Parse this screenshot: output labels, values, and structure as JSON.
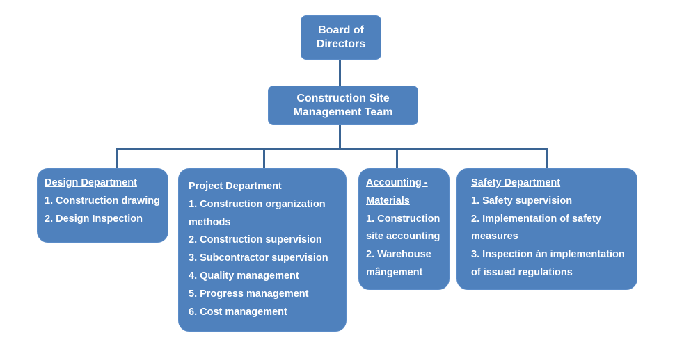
{
  "board": "Board of Directors",
  "management": "Construction Site Management Team",
  "departments": [
    {
      "title": "Design Department",
      "items": [
        "1. Construction drawing",
        "2. Design Inspection"
      ]
    },
    {
      "title": "Project Department",
      "items": [
        "1. Construction organization methods",
        "2. Construction supervision",
        "3. Subcontractor supervision",
        "4.  Quality management",
        "5. Progress management",
        "6. Cost management"
      ]
    },
    {
      "title": "Accounting - Materials",
      "items": [
        "1. Construction site accounting",
        "2. Warehouse mângement"
      ]
    },
    {
      "title": "Safety Department",
      "items": [
        "1.  Safety supervision",
        "2. Implementation of safety measures",
        "3. Inspection àn implementation of issued regulations"
      ]
    }
  ],
  "colors": {
    "box": "#4f81bd",
    "line": "#3a6493"
  }
}
